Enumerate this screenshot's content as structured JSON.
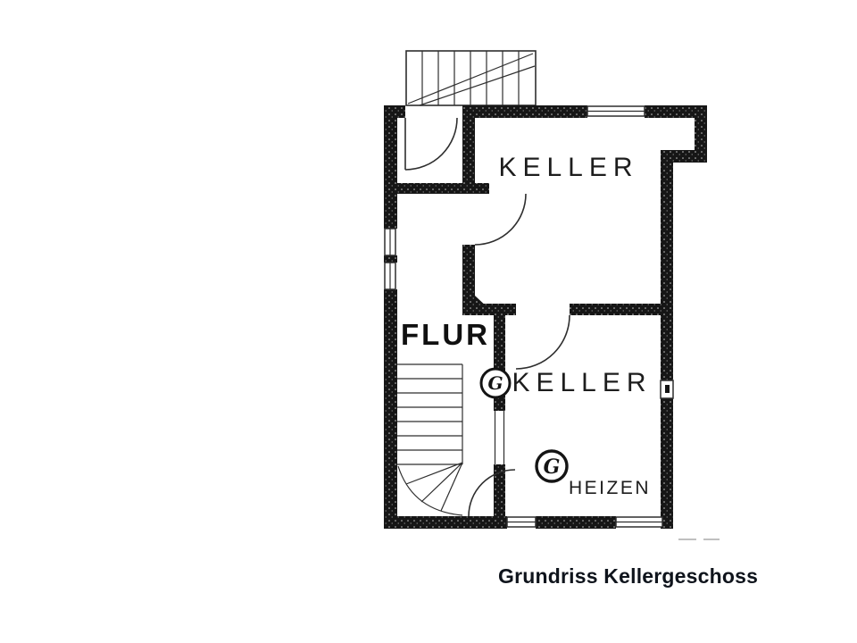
{
  "plan": {
    "labels": {
      "keller_upper": "KELLER",
      "flur": "FLUR",
      "keller_lower": "KELLER",
      "heizen": "HEIZEN"
    },
    "meters": {
      "gas_upper": "G",
      "gas_lower": "G"
    },
    "colors": {
      "wall": "#161616",
      "line": "#2e2e2e",
      "background": "#ffffff",
      "caption": "#0f141c"
    }
  },
  "page": {
    "caption": "Grundriss Kellergeschoss"
  }
}
